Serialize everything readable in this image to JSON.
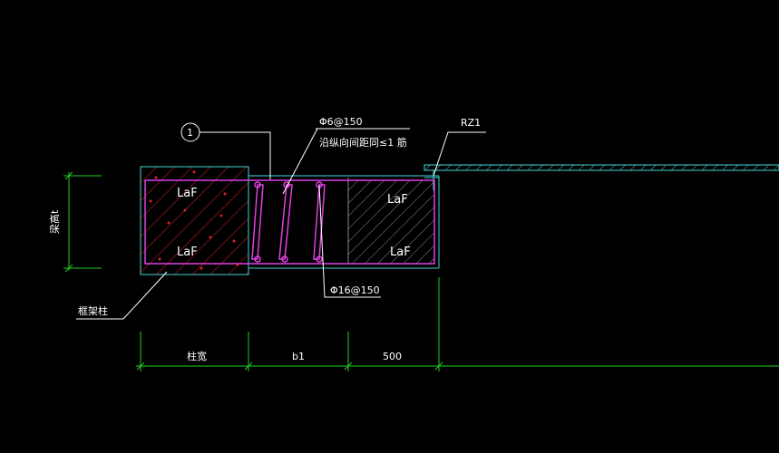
{
  "colors": {
    "background": "#000000",
    "column_outline": "#3fd6d6",
    "rebar": "#e040e0",
    "dimension": "#20d020",
    "hatch_red": "#e02020",
    "hatch_gray": "#8a8a8a",
    "leader": "#ffffff",
    "text": "#ffffff"
  },
  "labels": {
    "laf_top_left": "LaF",
    "laf_bottom_left": "LaF",
    "laf_top_right": "LaF",
    "laf_bottom_right": "LaF",
    "callout_number": "1",
    "stirrup_spec": "Φ6@150",
    "stirrup_note": "沿纵向间距同≤1 筋",
    "longitudinal_bar": "Φ16@150",
    "rz_label": "RZ1",
    "column_label": "框架柱",
    "height_label": "梁高t",
    "dim_column_width": "柱宽",
    "dim_b1": "b1",
    "dim_500": "500"
  }
}
